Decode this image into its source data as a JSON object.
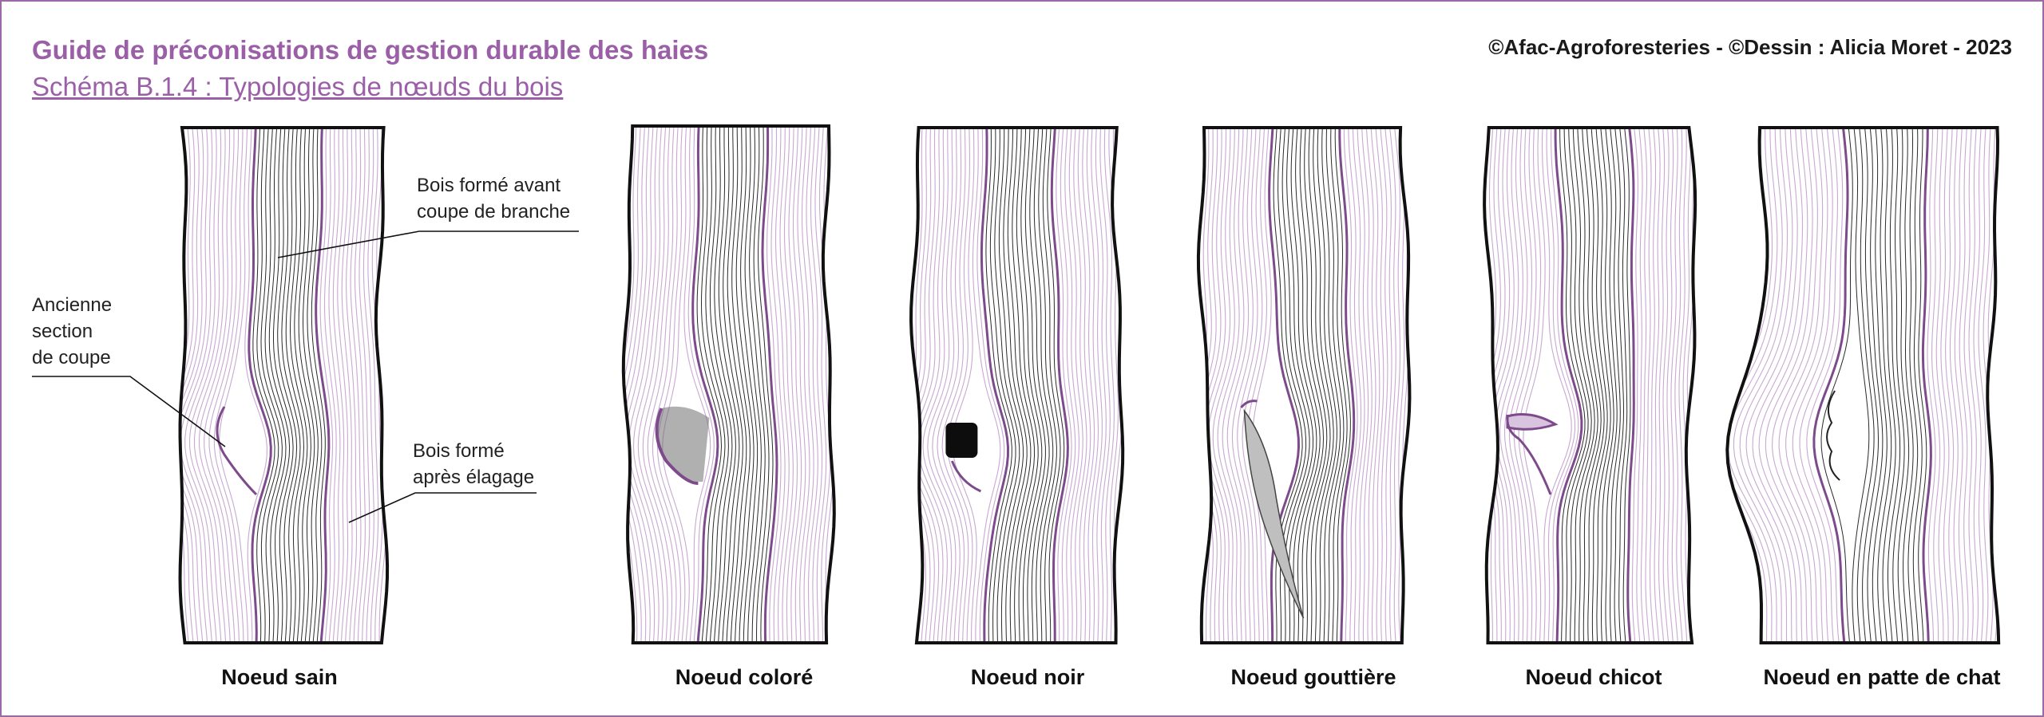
{
  "header": {
    "title": "Guide de préconisations de gestion durable des haies",
    "subtitle": "Schéma B.1.4 : Typologies de nœuds du bois",
    "credit": "©Afac-Agroforesteries - ©Dessin : Alicia Moret - 2023"
  },
  "callouts": {
    "before_cut": [
      "Bois formé avant",
      "coupe de branche"
    ],
    "old_cut": [
      "Ancienne",
      "section",
      "de coupe"
    ],
    "after_pruning": [
      "Bois formé",
      "après élagage"
    ]
  },
  "knots": [
    {
      "id": "sain",
      "label": "Noeud sain"
    },
    {
      "id": "colore",
      "label": "Noeud coloré"
    },
    {
      "id": "noir",
      "label": "Noeud noir"
    },
    {
      "id": "gouttiere",
      "label": "Noeud gouttière"
    },
    {
      "id": "chicot",
      "label": "Noeud chicot"
    },
    {
      "id": "patte",
      "label": "Noeud en patte de chat"
    }
  ],
  "colors": {
    "accent": "#9b5fa8",
    "grain_light": "#c9a8d2",
    "grain_purple": "#7d4b8c",
    "grain_dark": "#2a2a2a",
    "outline": "#111111",
    "black_knot": "#0d0d0d"
  }
}
